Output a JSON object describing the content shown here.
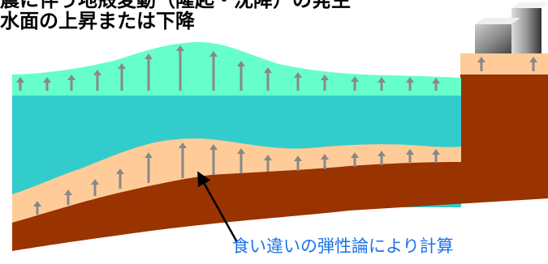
{
  "title": {
    "line1": "震に伴う地殻変動（隆起・沈降）の発生",
    "line2": "水面の上昇または下降"
  },
  "annotation": "食い違いの弾性論により計算",
  "colors": {
    "sea_surface": "#66ffcc",
    "sea_water": "#33cccc",
    "sediment": "#ffcc99",
    "crust": "#993300",
    "arrow": "#888888",
    "pointer": "#000000",
    "annotation_text": "#1a73e8",
    "building_light": "#bbbbbb",
    "building_dark": "#555555"
  },
  "icons": {
    "uplift_arrow": "up-arrow-icon",
    "buildings": "building-icon"
  }
}
